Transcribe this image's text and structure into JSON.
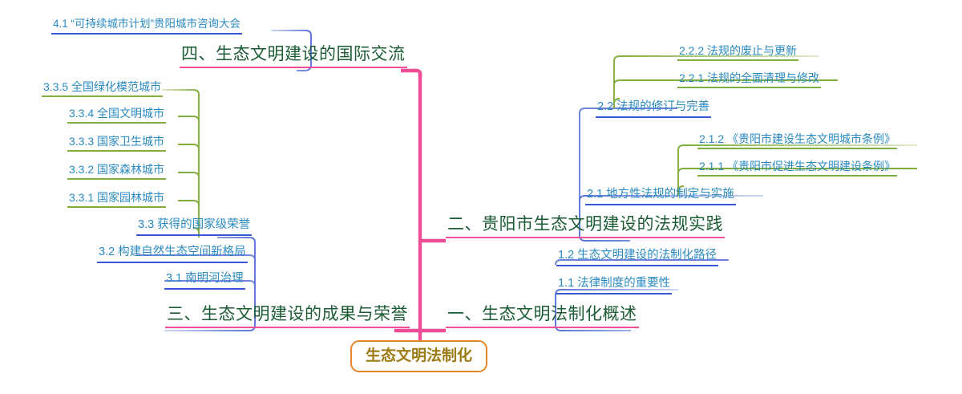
{
  "title": "生态文明法制化 思维导图",
  "root": {
    "label": "生态文明法制化",
    "color": "#e8862a",
    "text_color": "#9c7b12"
  },
  "colors": {
    "trunk_pink": "#ef4e97",
    "level1_text": "#1c5c35",
    "level2_text": "#2a8ac0",
    "level2_underline": "#3a56d6",
    "level3_underline": "#82ae3e",
    "root_border": "#e8862a",
    "root_text": "#9c7b12",
    "background": "#ffffff"
  },
  "branches": [
    {
      "id": "b1",
      "label": "一、生态文明法制化概述",
      "side": "right",
      "children": [
        {
          "id": "1.2",
          "label": "1.2 生态文明建设的法制化路径",
          "children": []
        },
        {
          "id": "1.1",
          "label": "1.1 法律制度的重要性",
          "children": []
        }
      ]
    },
    {
      "id": "b2",
      "label": "二、贵阳市生态文明建设的法规实践",
      "side": "right",
      "children": [
        {
          "id": "2.2",
          "label": "2.2 法规的修订与完善",
          "children": [
            {
              "id": "2.2.2",
              "label": "2.2.2 法规的废止与更新"
            },
            {
              "id": "2.2.1",
              "label": "2.2.1 法规的全面清理与修改"
            }
          ]
        },
        {
          "id": "2.1",
          "label": "2.1 地方性法规的制定与实施",
          "children": [
            {
              "id": "2.1.2",
              "label": "2.1.2 《贵阳市建设生态文明城市条例》"
            },
            {
              "id": "2.1.1",
              "label": "2.1.1 《贵阳市促进生态文明建设条例》"
            }
          ]
        }
      ]
    },
    {
      "id": "b3",
      "label": "三、生态文明建设的成果与荣誉",
      "side": "left",
      "children": [
        {
          "id": "3.3",
          "label": "3.3 获得的国家级荣誉",
          "children": [
            {
              "id": "3.3.5",
              "label": "3.3.5 全国绿化模范城市"
            },
            {
              "id": "3.3.4",
              "label": "3.3.4 全国文明城市"
            },
            {
              "id": "3.3.3",
              "label": "3.3.3 国家卫生城市"
            },
            {
              "id": "3.3.2",
              "label": "3.3.2 国家森林城市"
            },
            {
              "id": "3.3.1",
              "label": "3.3.1 国家园林城市"
            }
          ]
        },
        {
          "id": "3.2",
          "label": "3.2 构建自然生态空间新格局",
          "children": []
        },
        {
          "id": "3.1",
          "label": "3.1 南明河治理",
          "children": []
        }
      ]
    },
    {
      "id": "b4",
      "label": "四、生态文明建设的国际交流",
      "side": "left",
      "children": [
        {
          "id": "4.1",
          "label": "4.1 “可持续城市计划”贵阳城市咨询大会",
          "children": []
        }
      ]
    }
  ]
}
